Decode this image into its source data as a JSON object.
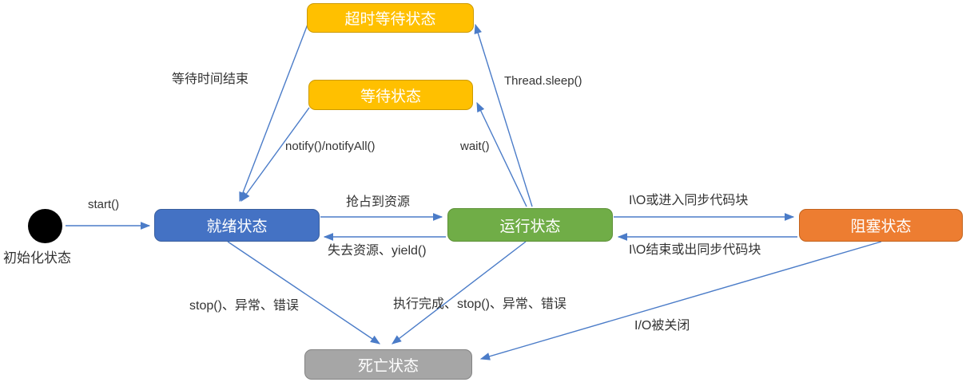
{
  "colors": {
    "ready": "#4472C4",
    "running": "#70AD47",
    "blocked": "#ED7D31",
    "waiting": "#FFC000",
    "dead": "#A6A6A6",
    "initial": "#000000",
    "arrow": "#4B7CC8",
    "label": "#333333"
  },
  "nodes": {
    "initial": "初始化状态",
    "ready": "就绪状态",
    "running": "运行状态",
    "blocked": "阻塞状态",
    "waiting": "等待状态",
    "timed_waiting": "超时等待状态",
    "dead": "死亡状态"
  },
  "edges": {
    "start": "start()",
    "acquire_cpu": "抢占到资源",
    "lose_cpu": "失去资源、yield()",
    "io_enter": "I\\O或进入同步代码块",
    "io_exit": "I\\O结束或出同步代码块",
    "wait_timeout_end": "等待时间结束",
    "notify": "notify()/notifyAll()",
    "wait": "wait()",
    "sleep": "Thread.sleep()",
    "ready_to_dead": "stop()、异常、错误",
    "running_to_dead": "执行完成、stop()、异常、错误",
    "io_closed": "I/O被关闭"
  }
}
